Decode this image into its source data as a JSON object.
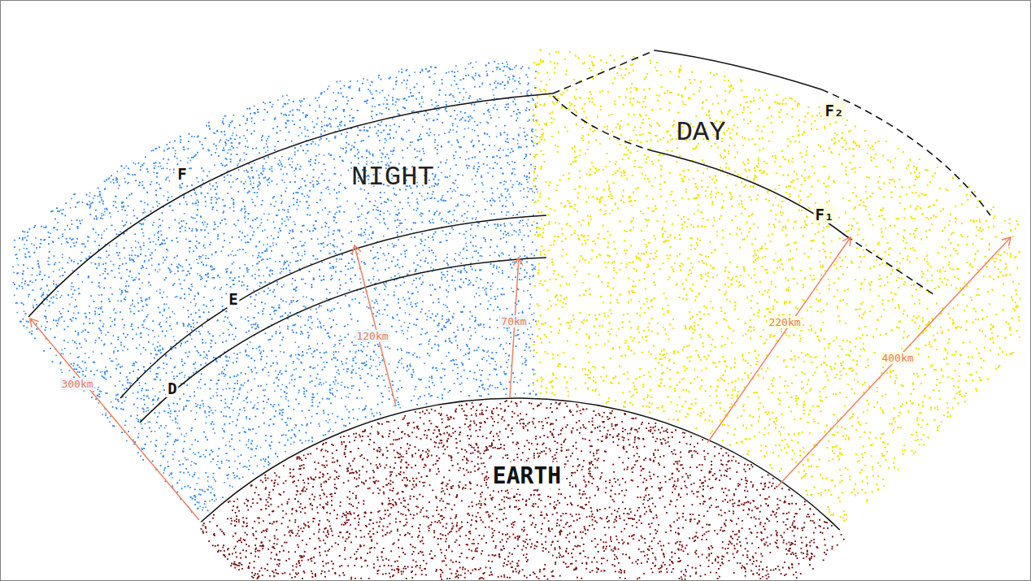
{
  "diagram": {
    "nodes": [
      {
        "text": [
          "NIGHT"
        ]
      },
      {
        "text": [
          "DAY"
        ]
      },
      {
        "text": [
          "EARTH"
        ]
      }
    ],
    "labels": [
      "F",
      "E",
      "D",
      "F₂",
      "F₁",
      "300km",
      "120km",
      "70km",
      "220km",
      "400km"
    ]
  }
}
